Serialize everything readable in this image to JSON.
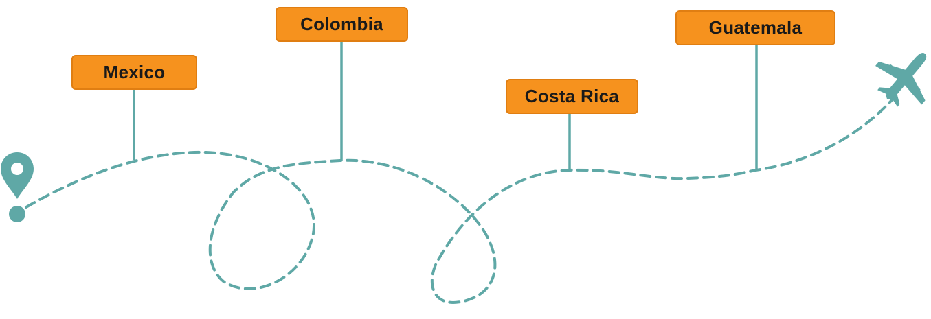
{
  "colors": {
    "accent": "#F6921E",
    "accent_border": "#E07E12",
    "path": "#5FA8A6",
    "text": "#1a1a1a"
  },
  "stops": [
    {
      "name": "Mexico"
    },
    {
      "name": "Colombia"
    },
    {
      "name": "Costa Rica"
    },
    {
      "name": "Guatemala"
    }
  ],
  "icons": {
    "start": "location-pin-icon",
    "end": "airplane-icon"
  }
}
